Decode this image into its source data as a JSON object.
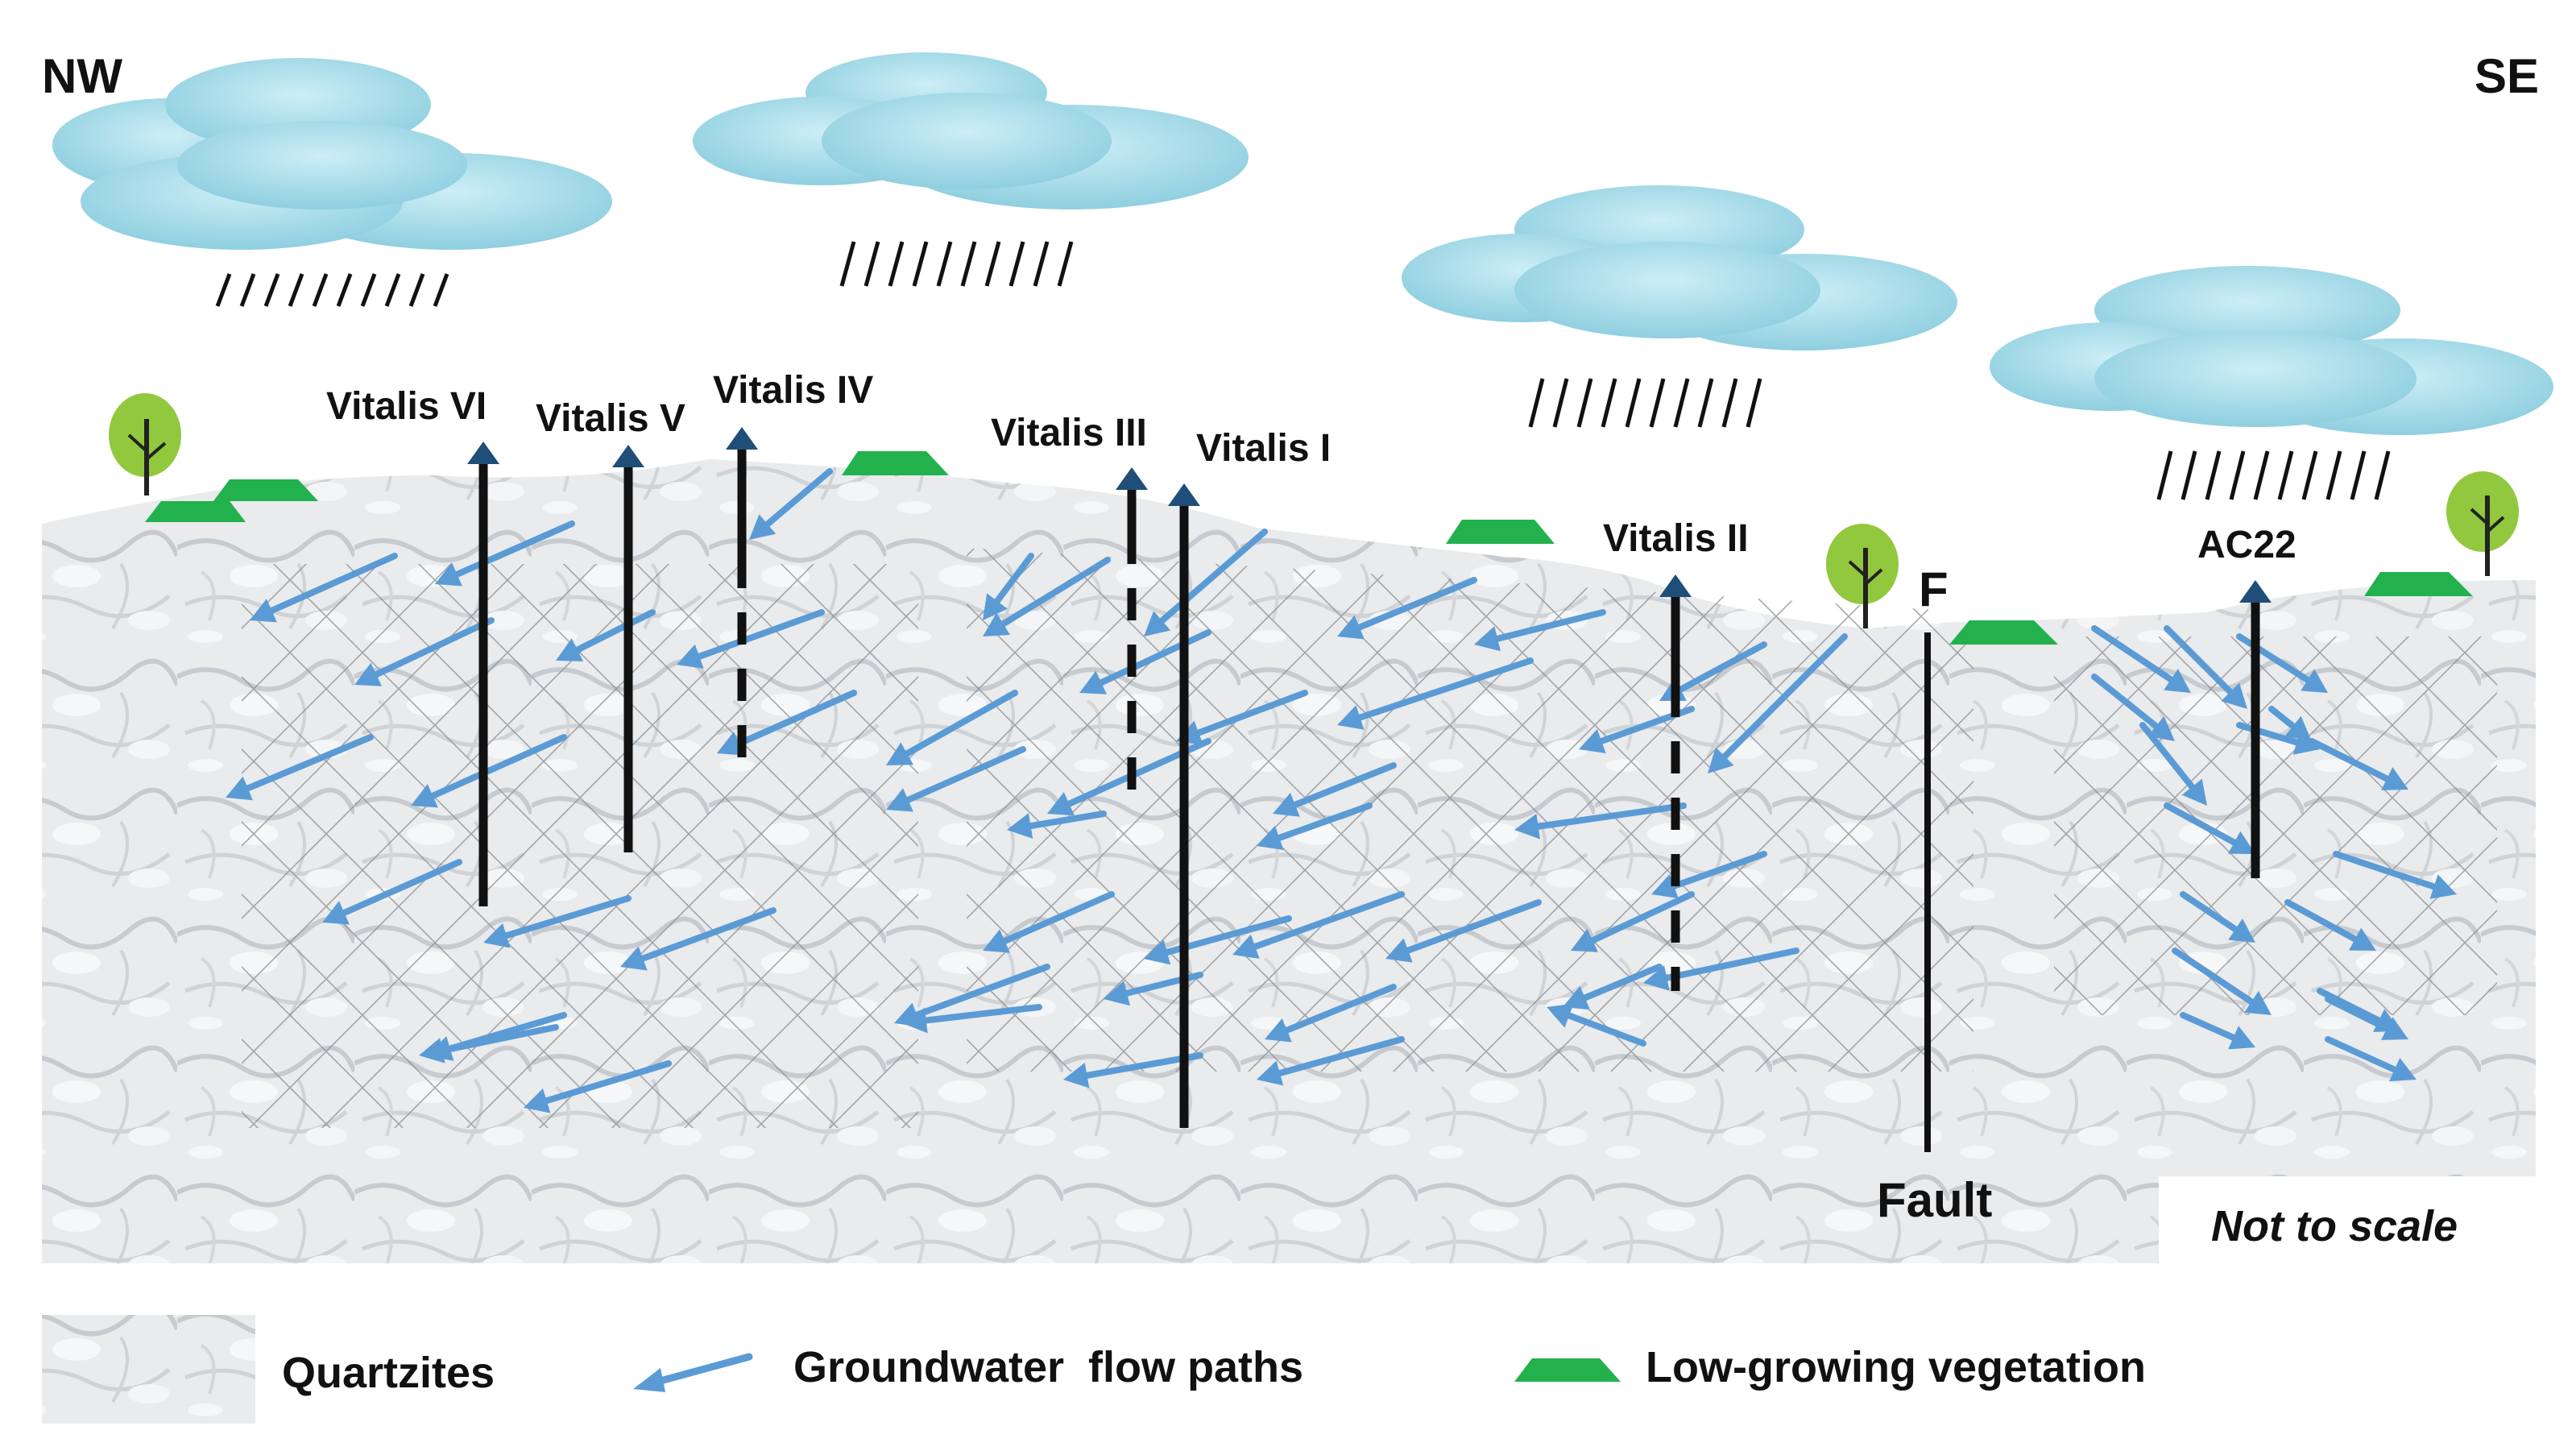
{
  "orientation": {
    "left": "NW",
    "right": "SE"
  },
  "wells": [
    {
      "name": "Vitalis VI",
      "casing": "solid"
    },
    {
      "name": "Vitalis V",
      "casing": "solid"
    },
    {
      "name": "Vitalis IV",
      "casing": "partly dotted"
    },
    {
      "name": "Vitalis III",
      "casing": "partly dotted"
    },
    {
      "name": "Vitalis I",
      "casing": "solid"
    },
    {
      "name": "Vitalis II",
      "casing": "partly dotted"
    },
    {
      "name": "AC22",
      "casing": "solid"
    }
  ],
  "fault": {
    "top_label": "F",
    "bottom_label": "Fault"
  },
  "scale_note": "Not to scale",
  "legend": [
    {
      "key": "quartzites",
      "label": "Quartzites"
    },
    {
      "key": "flow",
      "label": "Groundwater  flow paths"
    },
    {
      "key": "vegetation",
      "label": "Low-growing vegetation"
    }
  ],
  "colors": {
    "flow_arrow": "#5b9bd5",
    "vegetation": "#22b14c",
    "tree": "#92c83e",
    "cloud": "#a9dcea",
    "rock": "#e6e8ea",
    "well": "#111111",
    "wellhead": "#1f4e79"
  },
  "flow_direction": {
    "west_of_fault": "toward NW (down-left)",
    "east_of_fault": "toward SE (down-right)"
  }
}
